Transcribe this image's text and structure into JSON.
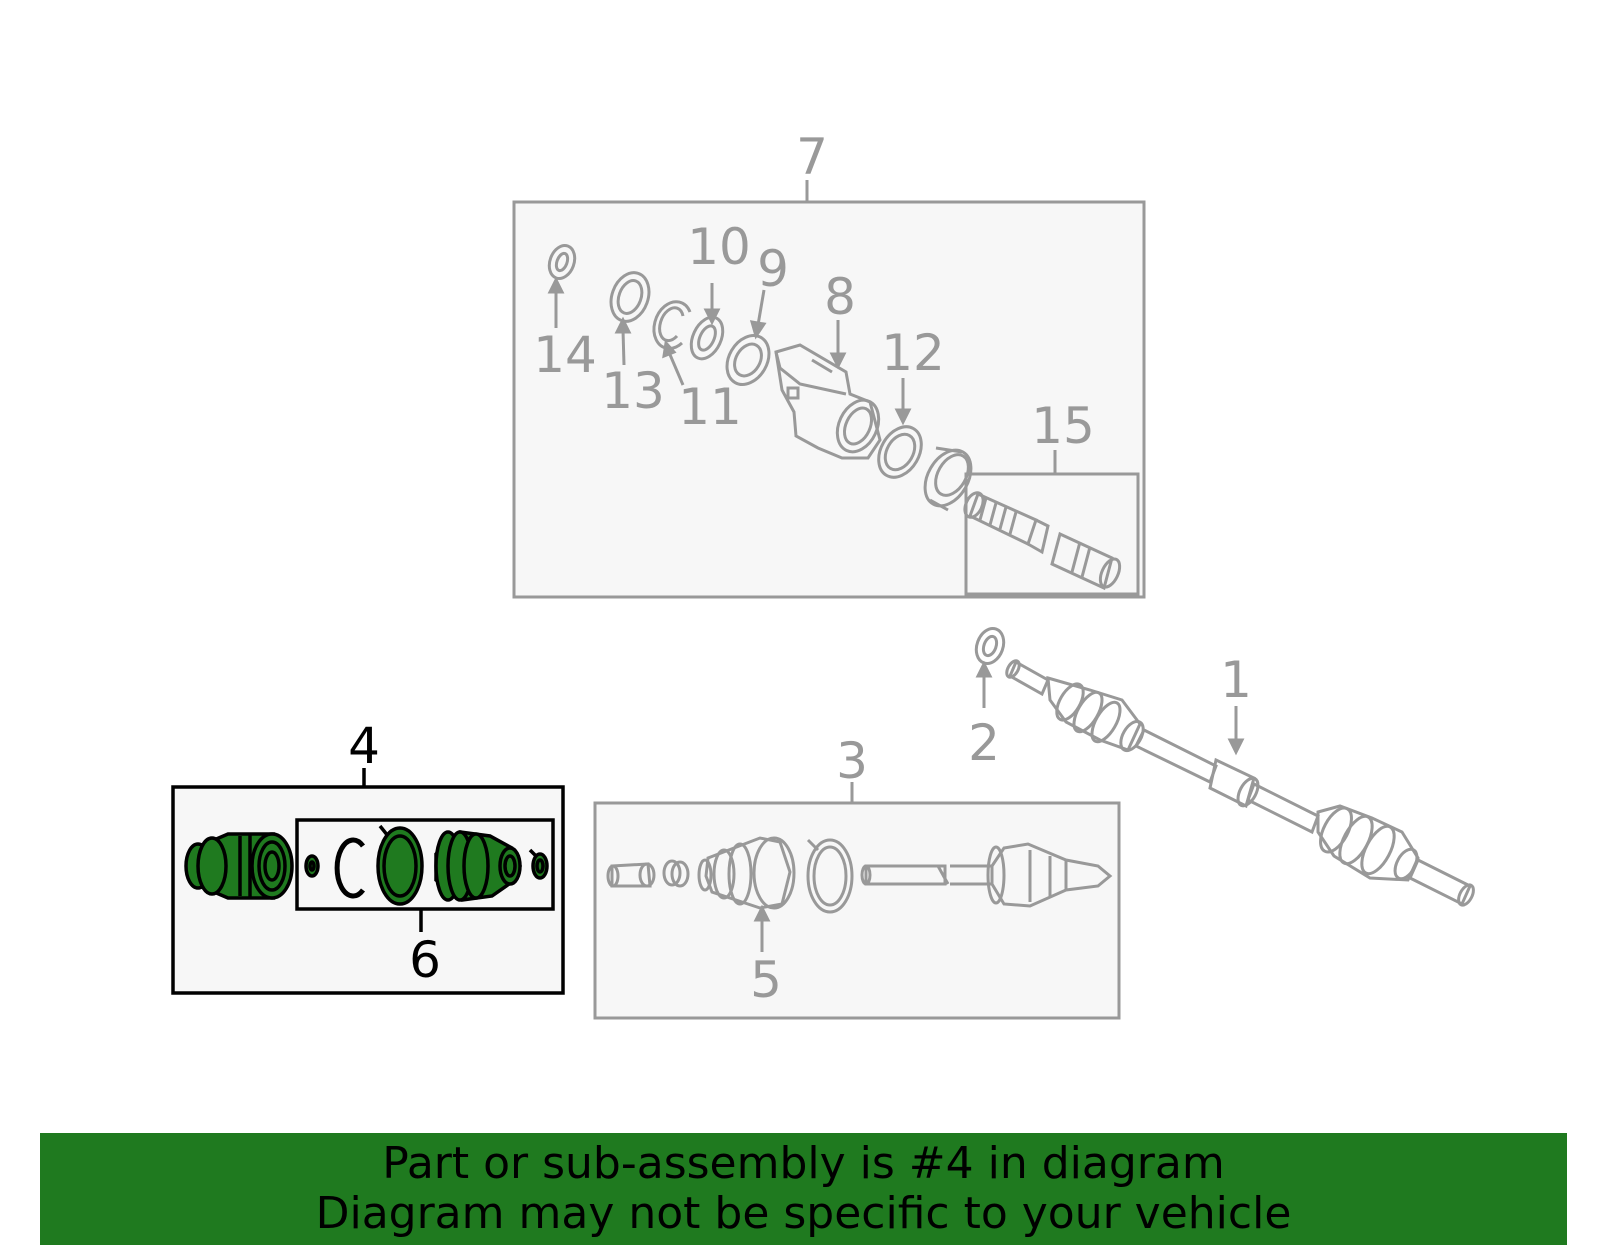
{
  "callouts": {
    "c1": "1",
    "c2": "2",
    "c3": "3",
    "c4": "4",
    "c5": "5",
    "c6": "6",
    "c7": "7",
    "c8": "8",
    "c9": "9",
    "c10": "10",
    "c11": "11",
    "c12": "12",
    "c13": "13",
    "c14": "14",
    "c15": "15"
  },
  "banner": {
    "line1": "Part or sub-assembly is #4 in diagram",
    "line2": "Diagram may not be specific to your vehicle"
  },
  "colors": {
    "highlight": "#1f7a1f",
    "line_gray": "#999999",
    "box_fill": "#f7f7f7"
  }
}
